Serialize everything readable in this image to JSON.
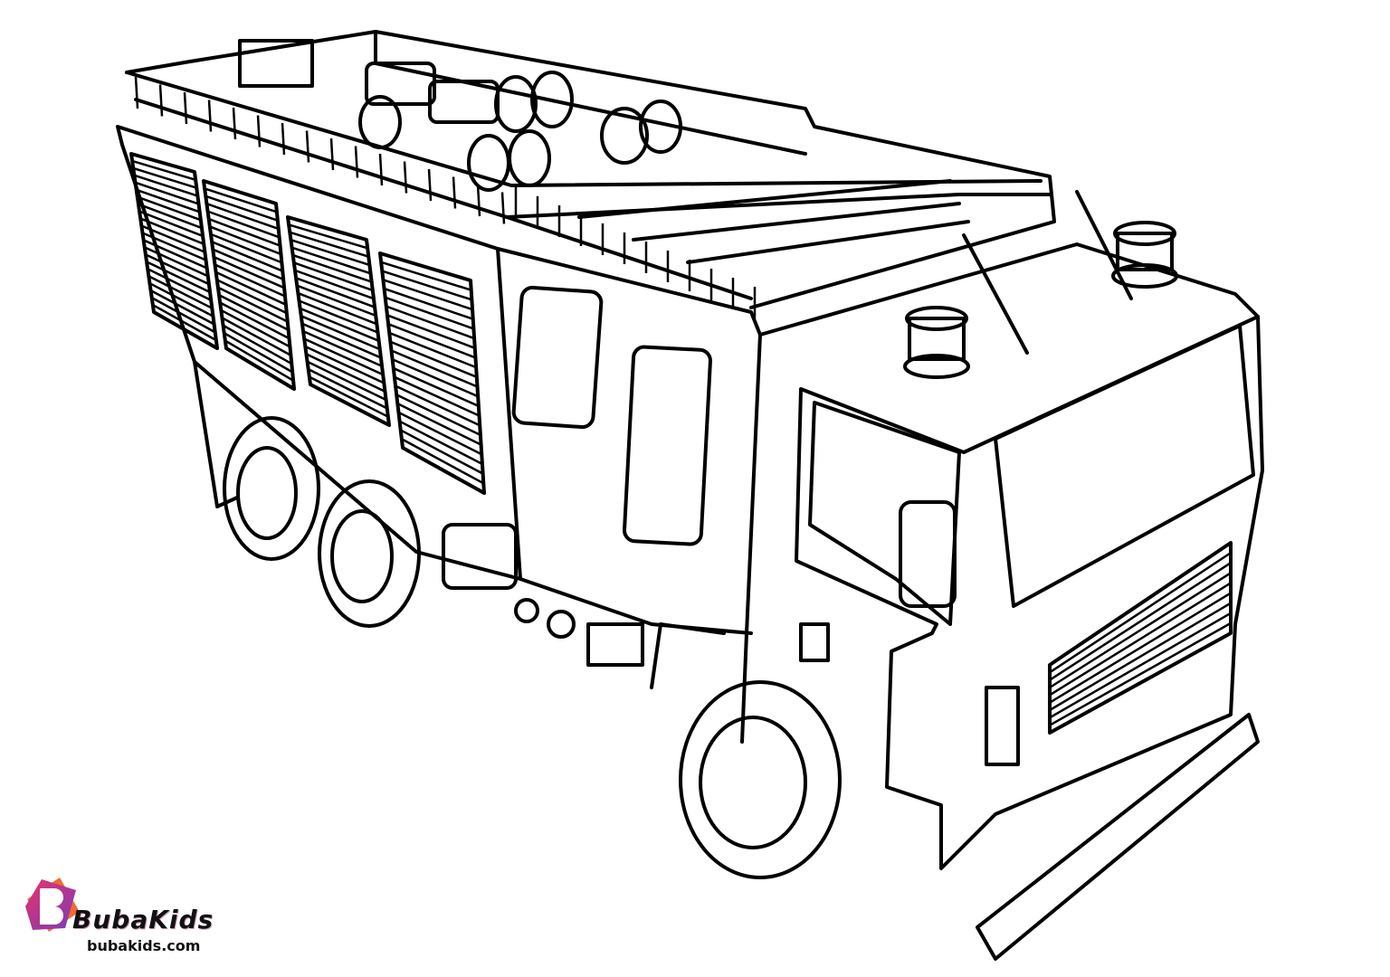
{
  "illustration": {
    "subject": "fire-truck-coloring-page"
  },
  "logo": {
    "name": "BubaKids",
    "url": "bubakids.com",
    "colors": [
      "#e8336b",
      "#7a3bb8",
      "#f26a2e"
    ]
  }
}
